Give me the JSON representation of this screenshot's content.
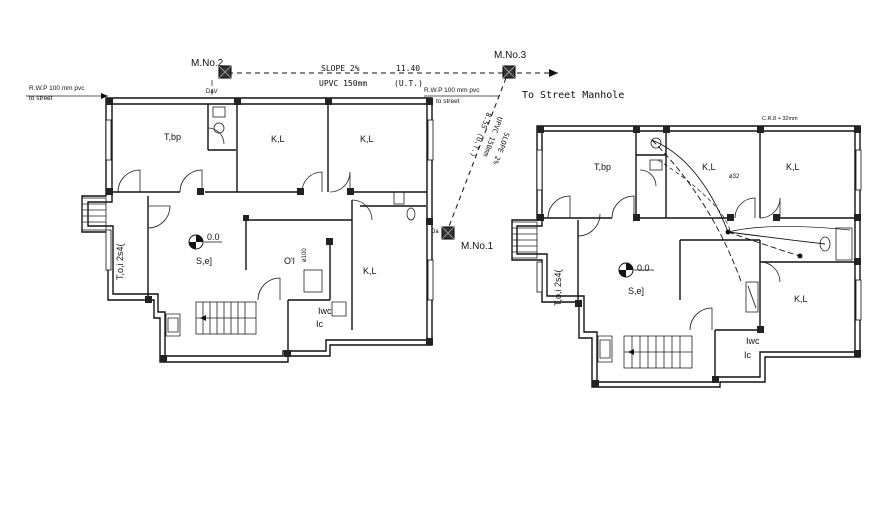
{
  "drawing": {
    "manholes": {
      "mn1": "M.No.1",
      "mn2": "M.No.2",
      "mn3": "M.No.3"
    },
    "pipe_top": {
      "slope": "SLOPE  2%",
      "length": "11.40",
      "material": "UPVC  150mm",
      "ut": "(U.T.)"
    },
    "pipe_diag": {
      "length": "8.55",
      "ut": "(U.T.)",
      "material": "UPVC 150mm",
      "slope": "SLOPE 2%"
    },
    "rwp_left": {
      "line1": "R.W.P 100 mm pvc",
      "line2": "to street"
    },
    "rwp_right": {
      "line1": "R.W.P 100 mm pvc",
      "line2": "to street"
    },
    "street_manhole": "To Street Manhole",
    "plan1": {
      "bed_top_left": "T,bp",
      "bed_top_mid": "K,L",
      "bed_top_right": "K,L",
      "living_left": "T,o,i 2s4(",
      "dining": "S,e]",
      "level": "0.0",
      "oil": "O'l",
      "bed_right": "K,L",
      "wc": "Iwc",
      "ic": "Ic",
      "dv": "DaV",
      "d100": "ø100",
      "dv2": "Da"
    },
    "plan2": {
      "bed_top_left": "T,bp",
      "bed_top_mid": "K,L",
      "bed_top_right": "K,L",
      "living_left": "T,o,i 2s4(",
      "dining": "S,e]",
      "level": "0.0",
      "bed_right": "K,L",
      "wc": "Iwc",
      "ic": "Ic",
      "cable": "C.R.8 + 32mm",
      "d32": "ø32"
    }
  }
}
